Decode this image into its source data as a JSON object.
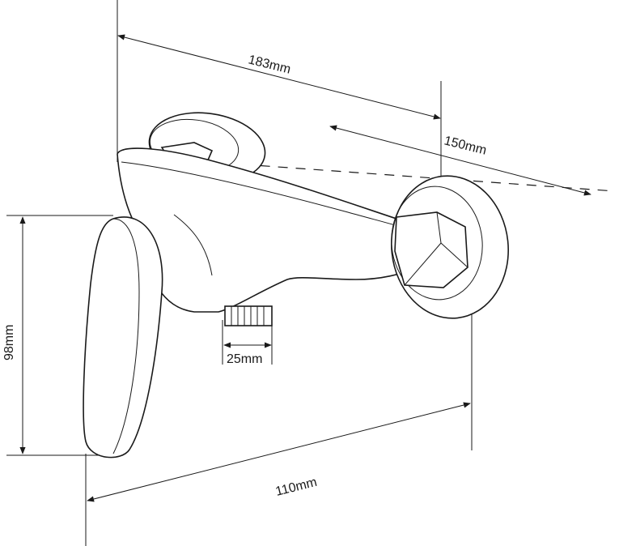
{
  "dimensions": {
    "overall_length": "183mm",
    "center_distance": "150mm",
    "handle_height": "98mm",
    "outlet_connection": "25mm",
    "depth": "110mm"
  },
  "colors": {
    "ink": "#1a1a1a",
    "background": "#ffffff"
  }
}
